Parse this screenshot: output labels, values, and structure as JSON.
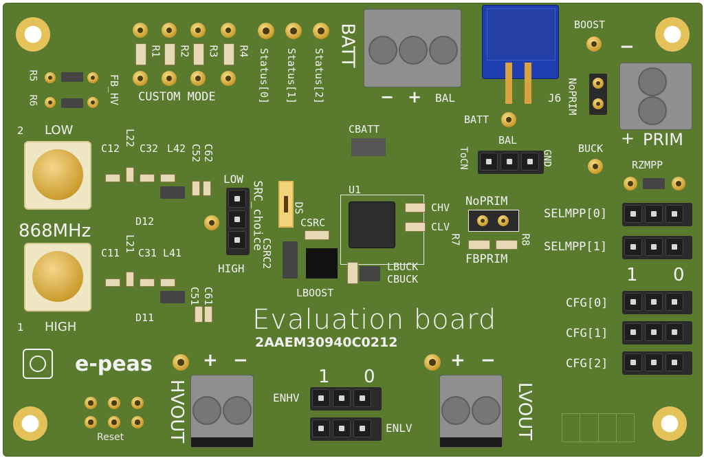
{
  "board": {
    "title": "Evaluation board",
    "part_number": "2AAEM30940C0212",
    "brand": "e-peas",
    "reset_label": "Reset"
  },
  "antennas": {
    "frequency": "868MHz",
    "low_index": "2",
    "low_label": "LOW",
    "high_index": "1",
    "high_label": "HIGH"
  },
  "components": {
    "r1": "R1",
    "r2": "R2",
    "r3": "R3",
    "r4": "R4",
    "r5": "R5",
    "r6": "R6",
    "fb_hv": "FB_HV",
    "custom_mode": "CUSTOM MODE",
    "status0": "Status[0]",
    "status1": "Status[1]",
    "status2": "Status[2]",
    "c12": "C12",
    "l22": "L22",
    "c32": "C32",
    "l42": "L42",
    "c52": "C52",
    "c62": "C62",
    "c11": "C11",
    "l21": "L21",
    "c31": "C31",
    "l41": "L41",
    "c51": "C51",
    "c61": "C61",
    "d12": "D12",
    "d11": "D11",
    "cbatt": "CBATT",
    "u1": "U1",
    "ds": "DS",
    "csrc": "CSRC",
    "csrc2": "CSRC2",
    "chv": "CHV",
    "clv": "CLV",
    "lbuck": "LBUCK",
    "cbuck": "CBUCK",
    "lboost": "LBOOST",
    "r7": "R7",
    "r8": "R8",
    "fbprim": "FBPRIM",
    "noprim": "NoPRIM",
    "src_choice": "SRC_choice",
    "src_low": "LOW",
    "src_high": "HIGH",
    "j6": "J6",
    "batt_test": "BATT",
    "boost_test": "BOOST",
    "buck_test": "BUCK",
    "noprim_vertical": "NoPRIM",
    "rzmpp": "RZMPP"
  },
  "connectors": {
    "batt": {
      "name": "BATT",
      "minus": "−",
      "plus": "+",
      "bal": "BAL"
    },
    "prim": {
      "name": "PRIM",
      "minus": "−",
      "plus": "+"
    },
    "hvout": {
      "name": "HVOUT",
      "plus": "+",
      "minus": "−"
    },
    "lvout": {
      "name": "LVOUT",
      "plus": "+",
      "minus": "−"
    },
    "bal_header": {
      "name": "BAL",
      "left": "ToCN",
      "right": "GND"
    }
  },
  "jumpers": {
    "selmpp0": "SELMPP[0]",
    "selmpp1": "SELMPP[1]",
    "cfg0": "CFG[0]",
    "cfg1": "CFG[1]",
    "cfg2": "CFG[2]",
    "col_1": "1",
    "col_0": "0",
    "enhv": "ENHV",
    "enlv": "ENLV",
    "en_col_1": "1",
    "en_col_0": "0"
  },
  "colors": {
    "pcb": "#5a7a2e",
    "silkscreen": "#f2f2f2",
    "gold": "#d4a83a",
    "header_black": "#1e1e1e",
    "jumper_blue": "#1f3fb0"
  }
}
